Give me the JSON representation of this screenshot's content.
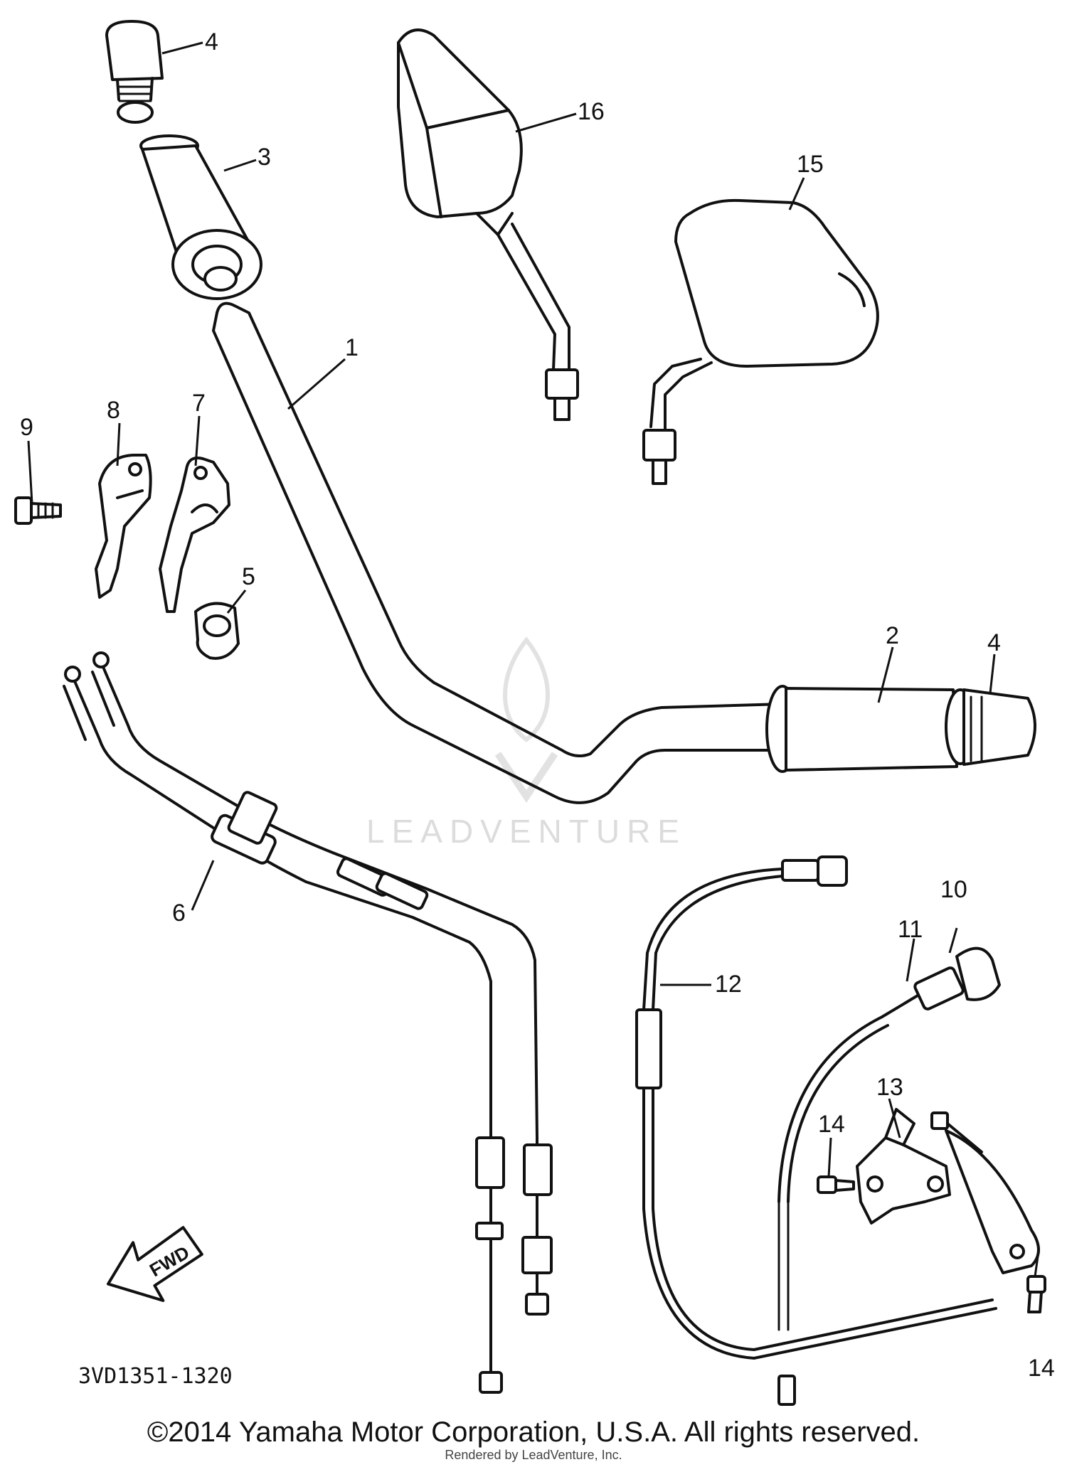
{
  "watermark": {
    "text": "LEADVENTURE"
  },
  "part_code": "3VD1351-1320",
  "fwd_label": "FWD",
  "callouts": [
    {
      "id": "c-1",
      "label": "1"
    },
    {
      "id": "c-2",
      "label": "2"
    },
    {
      "id": "c-3",
      "label": "3"
    },
    {
      "id": "c-4a",
      "label": "4"
    },
    {
      "id": "c-4b",
      "label": "4"
    },
    {
      "id": "c-5",
      "label": "5"
    },
    {
      "id": "c-6",
      "label": "6"
    },
    {
      "id": "c-7",
      "label": "7"
    },
    {
      "id": "c-8",
      "label": "8"
    },
    {
      "id": "c-9",
      "label": "9"
    },
    {
      "id": "c-10",
      "label": "10"
    },
    {
      "id": "c-11",
      "label": "11"
    },
    {
      "id": "c-12",
      "label": "12"
    },
    {
      "id": "c-13",
      "label": "13"
    },
    {
      "id": "c-14a",
      "label": "14"
    },
    {
      "id": "c-14b",
      "label": "14"
    },
    {
      "id": "c-15",
      "label": "15"
    },
    {
      "id": "c-16",
      "label": "16"
    }
  ],
  "footer": {
    "copyright": "©2014 Yamaha Motor Corporation, U.S.A. All rights reserved.",
    "rendered_by": "Rendered by LeadVenture, Inc."
  }
}
